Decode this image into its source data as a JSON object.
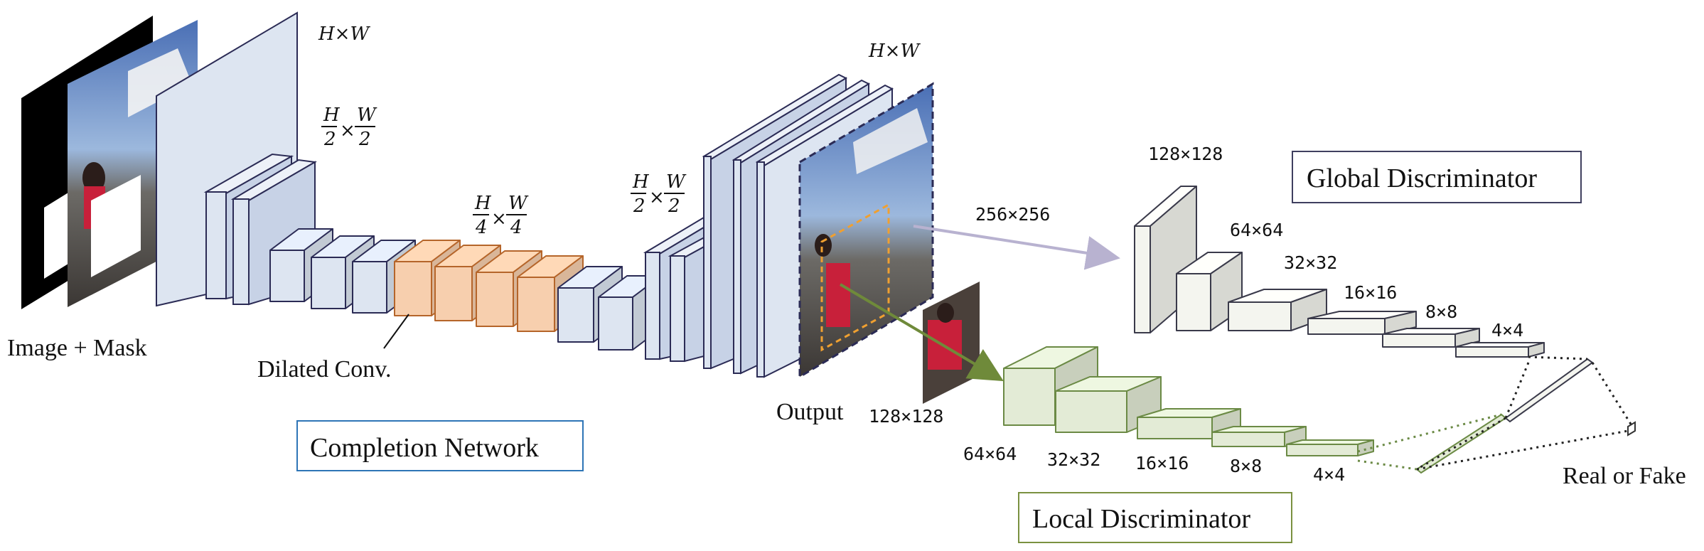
{
  "labels": {
    "input": "Image + Mask",
    "dilated": "Dilated Conv.",
    "output": "Output",
    "real_or_fake": "Real or Fake"
  },
  "titles": {
    "completion": "Completion Network",
    "global": "Global Discriminator",
    "local": "Local Discriminator"
  },
  "sizes": {
    "hw_in": "H×W",
    "half": [
      "H",
      "2",
      "W",
      "2"
    ],
    "quarter": [
      "H",
      "4",
      "W",
      "4"
    ],
    "half_up": [
      "H",
      "2",
      "W",
      "2"
    ],
    "hw_out": "H×W",
    "global_input": "256×256",
    "local_input": "128×128",
    "global_layers": [
      "128×128",
      "64×64",
      "32×32",
      "16×16",
      "8×8",
      "4×4"
    ],
    "local_layers": [
      "64×64",
      "32×32",
      "16×16",
      "8×8",
      "4×4"
    ],
    "times": "×"
  },
  "colors": {
    "encoder_fill": "#dde5f1",
    "encoder_stroke": "#2b2b55",
    "dilated_fill": "#f7cfae",
    "dilated_stroke": "#b5652a",
    "global_fill": "#f4f5ef",
    "global_stroke": "#3a3a4a",
    "local_fill": "#e3ebd6",
    "local_stroke": "#6b8a45",
    "completion_border": "#2e75b6",
    "global_border": "#3f3f5f",
    "local_border": "#7a9140",
    "global_arrow": "#b8b2d0",
    "local_arrow": "#6f8a3a",
    "crop_frame": "#f0a030"
  }
}
